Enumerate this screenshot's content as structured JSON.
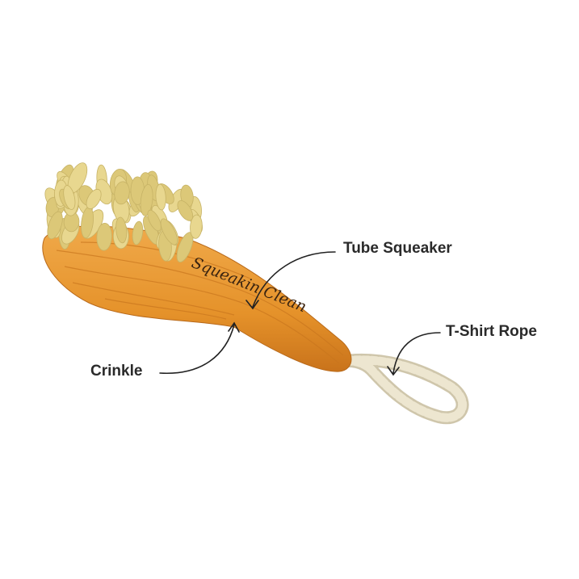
{
  "product": {
    "brand_text": "Squeakin Clean",
    "colors": {
      "wood": "#e69a2e",
      "wood_dark": "#c8741a",
      "bristles": "#e8d78f",
      "rope": "#e9e2cc",
      "text": "#2a2a2a"
    }
  },
  "callouts": [
    {
      "label": "Tube Squeaker"
    },
    {
      "label": "T-Shirt Rope"
    },
    {
      "label": "Crinkle"
    }
  ]
}
